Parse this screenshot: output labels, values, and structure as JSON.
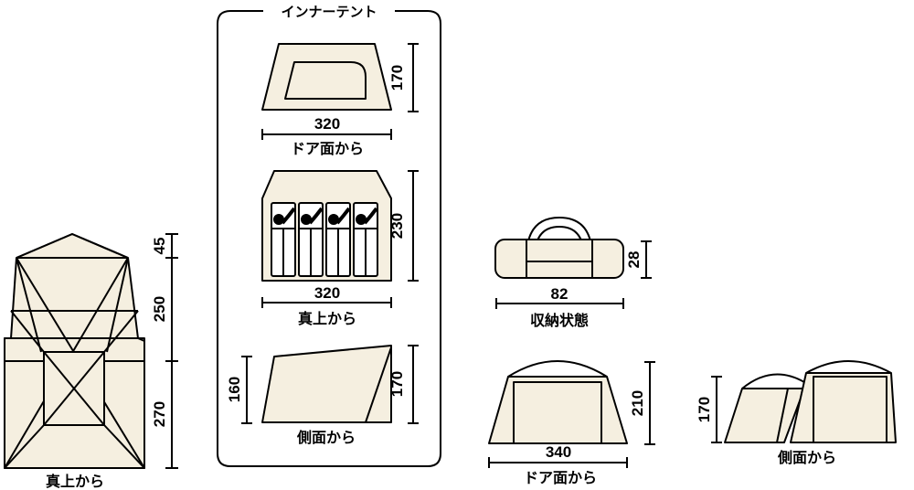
{
  "colors": {
    "line": "#000000",
    "fill": "#f5efe0",
    "background": "#ffffff"
  },
  "inner_tent": {
    "title": "インナーテント",
    "door_view": {
      "width": "320",
      "height": "170",
      "caption": "ドア面から"
    },
    "top_view": {
      "width": "320",
      "depth": "230",
      "caption": "真上から"
    },
    "side_view": {
      "front_height": "160",
      "rear_height": "170",
      "caption": "側面から"
    }
  },
  "overall_top_view": {
    "caption": "真上から",
    "dims": [
      "45",
      "250",
      "270"
    ]
  },
  "packed": {
    "width": "82",
    "height": "28",
    "caption": "収納状態"
  },
  "door_face": {
    "width": "340",
    "height": "210",
    "caption": "ドア面から"
  },
  "side_face": {
    "height": "170",
    "caption": "側面から"
  }
}
